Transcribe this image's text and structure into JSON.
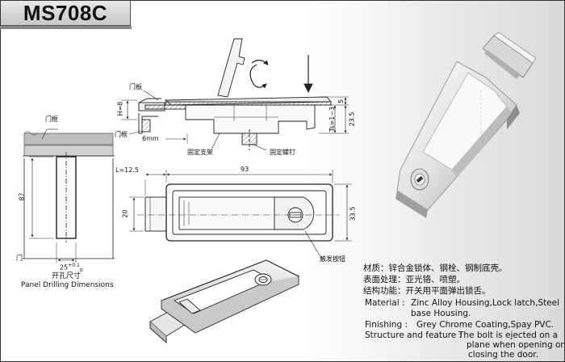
{
  "model": "MS708C",
  "labels": {
    "door_panel": "门板",
    "door_frame_top": "门框",
    "door_frame_side": "门框",
    "door": "门",
    "fixing_bracket": "固定支架",
    "fixing_screw": "固定螺钉",
    "trigger_button": "触发按钮",
    "offset": "6mm",
    "panel_cn": "开孔尺寸",
    "panel_en": "Panel Drilling Dimensions"
  },
  "dims": {
    "h": "H=8",
    "ts": "Ts=1~3",
    "d5": "5",
    "d23_5": "23.5",
    "l": "L=12.5",
    "w93": "93",
    "h20": "20",
    "h33_5": "33.5",
    "h87": "87",
    "w25": "25",
    "tol_plus": "+0.1",
    "tol_zero": "0"
  },
  "specs_cn": {
    "material": "材质：锌合金锁体、钢栓、钢制底壳。",
    "surface": "表面处理：亚光铬、喷塑。",
    "structure": "结构功能：开关用平面弹出锁舌。"
  },
  "specs_en": {
    "material_label": "Material :",
    "material_value_1": "Zinc Alloy Housing,Lock latch,Steel",
    "material_value_2": "base Housing.",
    "finishing_label": "Finishing :",
    "finishing_value": "Grey Chrome Coating,Spay PVC.",
    "structure_label": "Structure and feature :",
    "structure_value_1": "The bolt is ejected on a",
    "structure_value_2": "plane when opening or",
    "structure_value_3": "closing the door."
  },
  "colors": {
    "line": "#222222",
    "metal_light": "#f2f2f2",
    "metal_mid": "#cfcfcf",
    "metal_dark": "#9a9a9a"
  }
}
